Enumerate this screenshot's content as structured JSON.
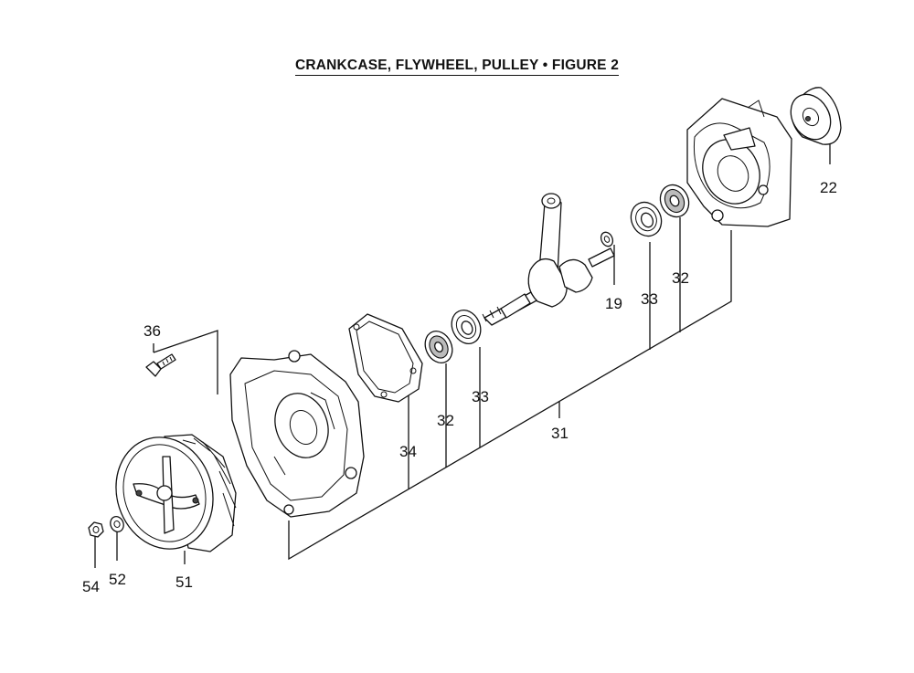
{
  "title": "CRANKCASE, FLYWHEEL, PULLEY  •  FIGURE 2",
  "callouts": {
    "c22": "22",
    "c19": "19",
    "c33_right": "33",
    "c32_right": "32",
    "c36": "36",
    "c32_left": "32",
    "c33_left": "33",
    "c34": "34",
    "c31": "31",
    "c54": "54",
    "c52": "52",
    "c51": "51"
  }
}
